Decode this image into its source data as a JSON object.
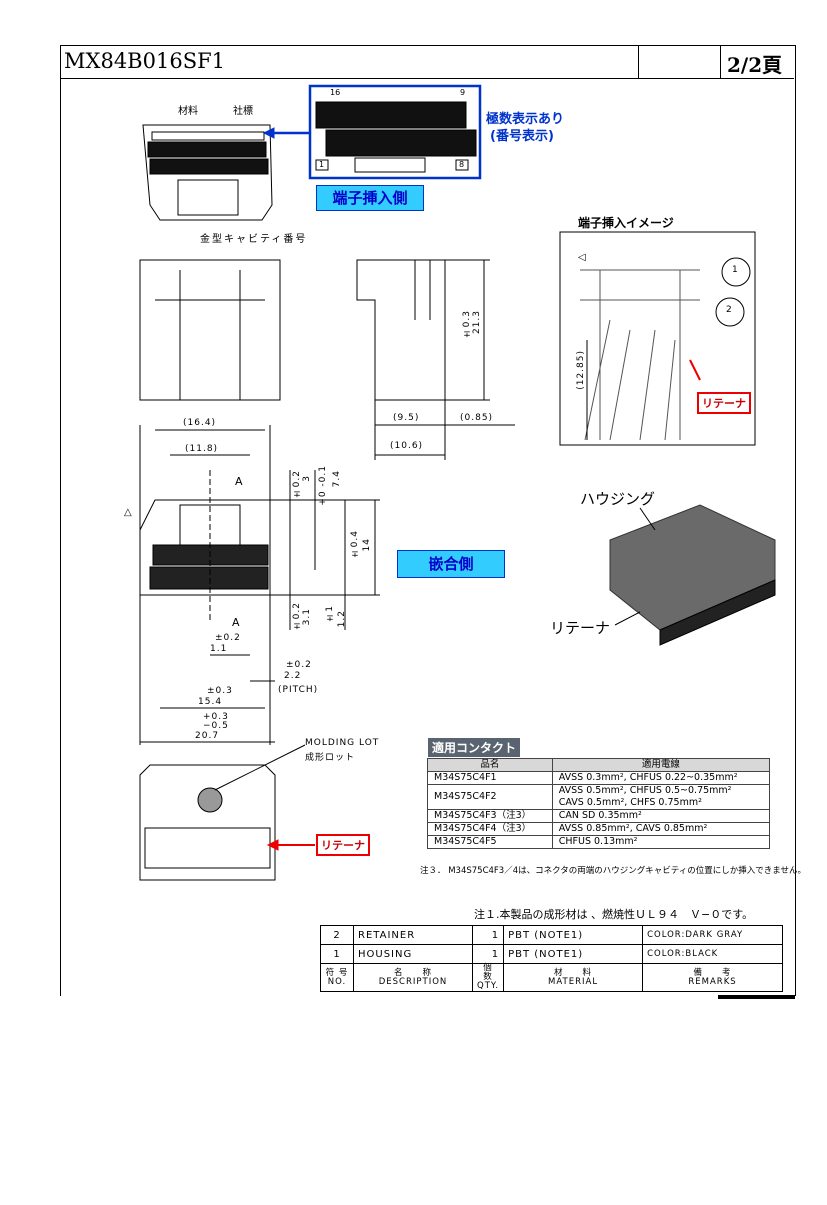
{
  "header": {
    "title": "MX84B016SF1",
    "page": "2/2頁"
  },
  "top_view": {
    "material_label": "材料",
    "logo_label": "社標",
    "cavity_label": "金型キャビティ番号",
    "pin_display": "極数表示あり",
    "pin_display_sub": "(番号表示)",
    "insertion_side": "端子挿入側",
    "pin_1": "1",
    "pin_8": "8",
    "pin_9": "9",
    "pin_16": "16"
  },
  "side_dims": {
    "d21_3_tol": "±0.3",
    "d21_3": "21.3",
    "d9_5": "(9.5)",
    "d0_85": "(0.85)",
    "d10_6": "(10.6)"
  },
  "insertion_image": {
    "title": "端子挿入イメージ",
    "callout_1": "1",
    "callout_2": "2",
    "retainer": "リテーナ",
    "d12_85": "(12.85)"
  },
  "front_dims": {
    "d16_4": "(16.4)",
    "d11_8": "(11.8)",
    "section_a": "A",
    "d3_tol": "±0.2",
    "d3": "3",
    "d7_4_tol": "+0 -0.1",
    "d7_4": "7.4",
    "d14_tol": "±0.4",
    "d14": "14",
    "d3_1_tol": "±0.2",
    "d3_1": "3.1",
    "d1_2_tol": "±1",
    "d1_2": "1.2",
    "d1_1_tol": "±0.2",
    "d1_1": "1.1",
    "d2_2_tol": "±0.2",
    "d2_2": "2.2",
    "pitch": "(PITCH)",
    "d15_4_tol": "±0.3",
    "d15_4": "15.4",
    "d20_7_tol_p": "+0.3",
    "d20_7_tol_m": "−0.5",
    "d20_7": "20.7",
    "mating_side": "嵌合側"
  },
  "iso_view": {
    "housing": "ハウジング",
    "retainer": "リテーナ"
  },
  "bottom_view": {
    "molding_lot": "MOLDING LOT",
    "molding_lot_jp": "成形ロット",
    "retainer": "リテーナ"
  },
  "contacts": {
    "title": "適用コンタクト",
    "col_part": "品名",
    "col_wire": "適用電線",
    "rows": [
      {
        "part": "M34S75C4F1",
        "wire": "AVSS 0.3mm², CHFUS 0.22~0.35mm²"
      },
      {
        "part": "M34S75C4F2",
        "wire": "AVSS 0.5mm², CHFUS 0.5~0.75mm²",
        "wire2": "CAVS 0.5mm², CHFS 0.75mm²"
      },
      {
        "part": "M34S75C4F3（注3）",
        "wire": "CAN SD 0.35mm²"
      },
      {
        "part": "M34S75C4F4（注3）",
        "wire": "AVSS 0.85mm², CAVS 0.85mm²"
      },
      {
        "part": "M34S75C4F5",
        "wire": "CHFUS 0.13mm²"
      }
    ],
    "note3": "注３． M34S75C4F3／4は、コネクタの両端のハウジングキャビティの位置にしか挿入できません。"
  },
  "note1": "注１.本製品の成形材は 、燃焼性ＵＬ９４　Ｖ−０です。",
  "parts": {
    "rows": [
      {
        "no": "2",
        "desc": "RETAINER",
        "qty": "1",
        "material": "PBT (NOTE1)",
        "remarks": "COLOR:DARK GRAY"
      },
      {
        "no": "1",
        "desc": "HOUSING",
        "qty": "1",
        "material": "PBT (NOTE1)",
        "remarks": "COLOR:BLACK"
      }
    ],
    "headers": {
      "no_jp": "符 号",
      "no": "NO.",
      "desc_jp": "名　　称",
      "desc": "DESCRIPTION",
      "qty_jp": "個 数",
      "qty": "QTY.",
      "mat_jp": "材　　料",
      "mat": "MATERIAL",
      "rem_jp": "備　　考",
      "rem": "REMARKS"
    }
  },
  "colors": {
    "blue": "#0033cc",
    "cyan": "#33ccff",
    "red": "#e00000",
    "table_head": "#5a6470"
  }
}
